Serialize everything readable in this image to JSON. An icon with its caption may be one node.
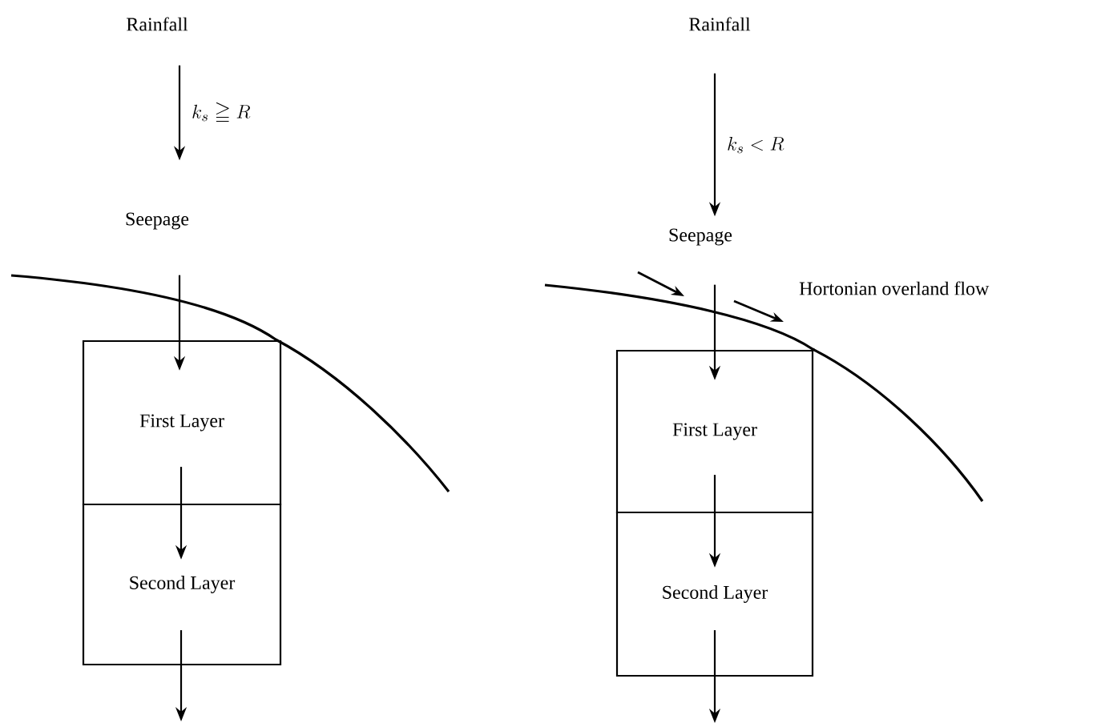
{
  "diagram": {
    "nodes": [
      {
        "text": [
          "Rainfall"
        ]
      },
      {
        "text": [
          "Seepage"
        ]
      },
      {
        "text": [
          "First Layer"
        ]
      },
      {
        "text": [
          "Second Layer"
        ]
      },
      {
        "text": [
          "Rainfall"
        ]
      },
      {
        "text": [
          "Seepage"
        ]
      },
      {
        "text": [
          "First Layer"
        ]
      },
      {
        "text": [
          "Second Layer"
        ]
      }
    ],
    "edges": [
      {
        "from": 0,
        "to": 1,
        "arrow": "to",
        "label": "k_s \\geqq R"
      },
      {
        "from": 1,
        "to": 2,
        "arrow": "to"
      },
      {
        "from": 2,
        "to": 3,
        "arrow": "to"
      },
      {
        "from": 3,
        "to": null,
        "arrow": "to"
      },
      {
        "from": 4,
        "to": 5,
        "arrow": "to",
        "label": "k_s < R"
      },
      {
        "from": 5,
        "to": 6,
        "arrow": "to"
      },
      {
        "from": 6,
        "to": 7,
        "arrow": "to"
      },
      {
        "from": 7,
        "to": null,
        "arrow": "to"
      }
    ],
    "labels": [
      "Hortonian overland flow"
    ]
  }
}
